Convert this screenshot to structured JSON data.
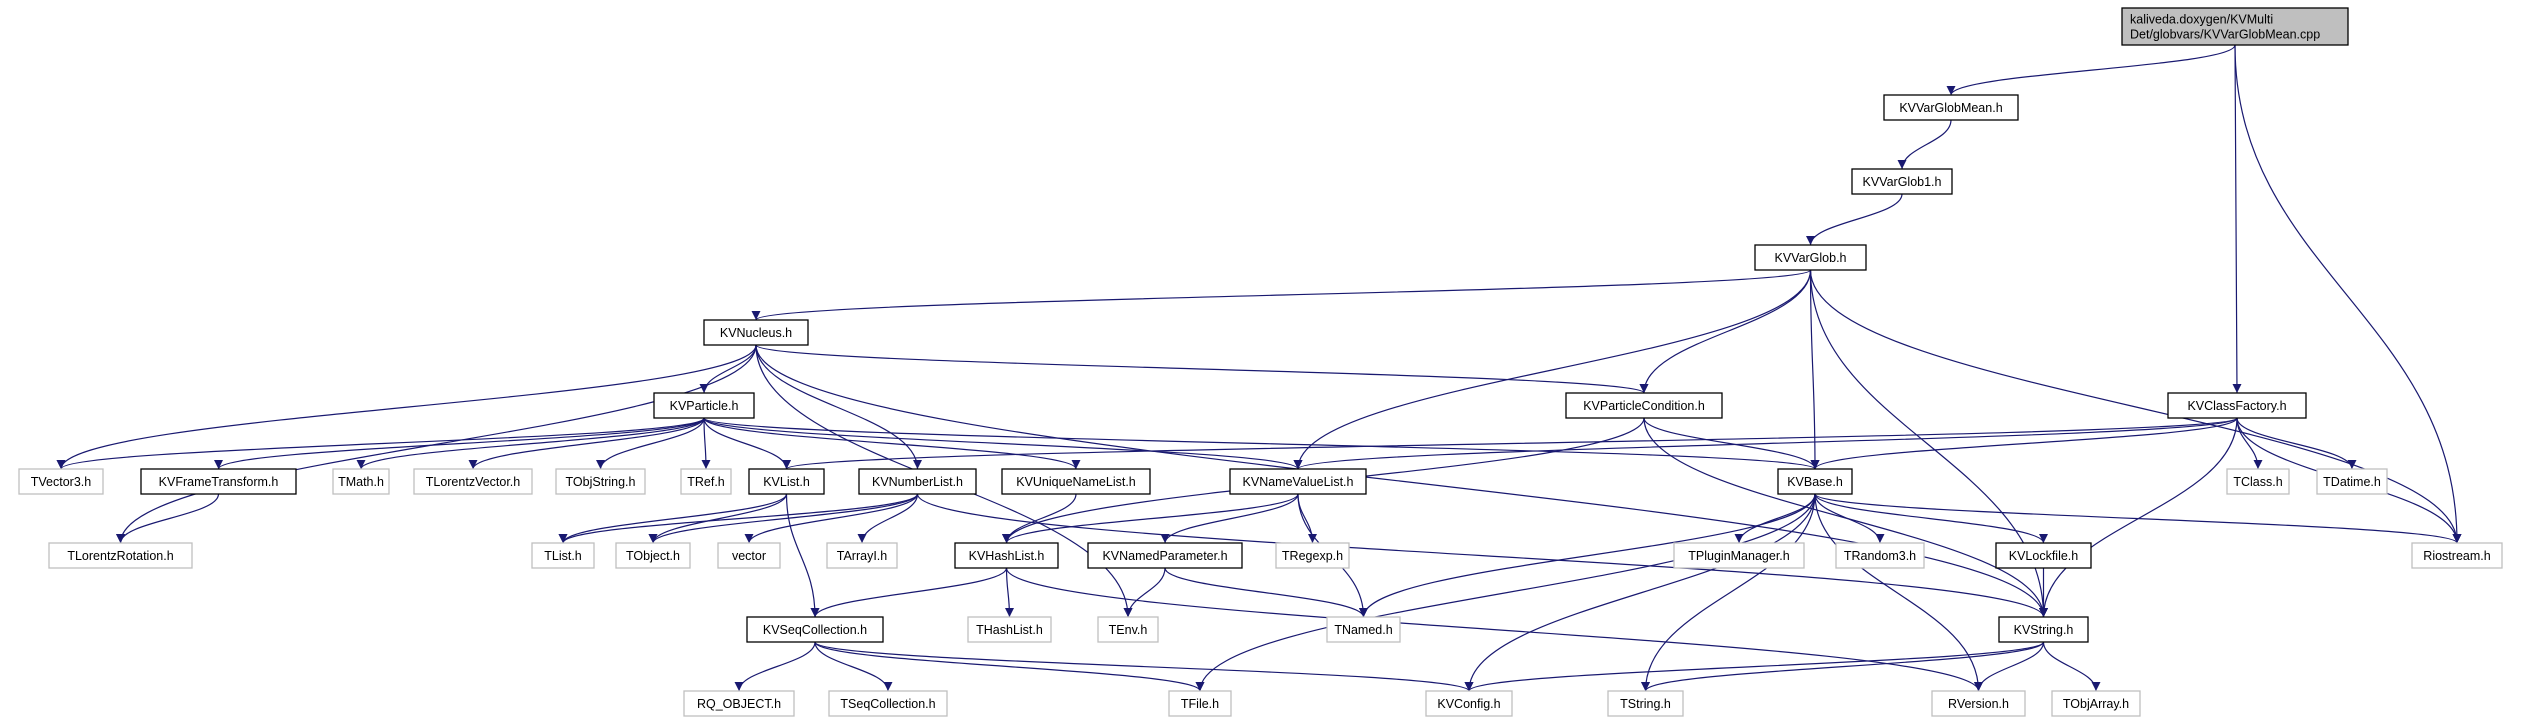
{
  "graph": {
    "edge_color": "#191970",
    "root_fill": "#bfbfbf",
    "external_border": "#bfbfbf",
    "nodes": [
      {
        "id": "root",
        "lines": [
          "kaliveda.doxygen/KVMulti",
          "Det/globvars/KVVarGlobMean.cpp"
        ],
        "kind": "root"
      },
      {
        "id": "KVVarGlobMean",
        "lines": [
          "KVVarGlobMean.h"
        ],
        "kind": "main"
      },
      {
        "id": "KVVarGlob1",
        "lines": [
          "KVVarGlob1.h"
        ],
        "kind": "main"
      },
      {
        "id": "KVVarGlob",
        "lines": [
          "KVVarGlob.h"
        ],
        "kind": "main"
      },
      {
        "id": "KVNucleus",
        "lines": [
          "KVNucleus.h"
        ],
        "kind": "main"
      },
      {
        "id": "KVParticle",
        "lines": [
          "KVParticle.h"
        ],
        "kind": "main"
      },
      {
        "id": "KVParticleCondition",
        "lines": [
          "KVParticleCondition.h"
        ],
        "kind": "main"
      },
      {
        "id": "KVClassFactory",
        "lines": [
          "KVClassFactory.h"
        ],
        "kind": "main"
      },
      {
        "id": "TVector3",
        "lines": [
          "TVector3.h"
        ],
        "kind": "ext"
      },
      {
        "id": "KVFrameTransform",
        "lines": [
          "KVFrameTransform.h"
        ],
        "kind": "main"
      },
      {
        "id": "TMath",
        "lines": [
          "TMath.h"
        ],
        "kind": "ext"
      },
      {
        "id": "TLorentzVector",
        "lines": [
          "TLorentzVector.h"
        ],
        "kind": "ext"
      },
      {
        "id": "TObjString",
        "lines": [
          "TObjString.h"
        ],
        "kind": "ext"
      },
      {
        "id": "TRef",
        "lines": [
          "TRef.h"
        ],
        "kind": "ext"
      },
      {
        "id": "KVList",
        "lines": [
          "KVList.h"
        ],
        "kind": "main"
      },
      {
        "id": "KVNumberList",
        "lines": [
          "KVNumberList.h"
        ],
        "kind": "main"
      },
      {
        "id": "KVUniqueNameList",
        "lines": [
          "KVUniqueNameList.h"
        ],
        "kind": "main"
      },
      {
        "id": "KVNameValueList",
        "lines": [
          "KVNameValueList.h"
        ],
        "kind": "main"
      },
      {
        "id": "KVBase",
        "lines": [
          "KVBase.h"
        ],
        "kind": "main"
      },
      {
        "id": "TClass",
        "lines": [
          "TClass.h"
        ],
        "kind": "ext"
      },
      {
        "id": "TDatime",
        "lines": [
          "TDatime.h"
        ],
        "kind": "ext"
      },
      {
        "id": "Riostream",
        "lines": [
          "Riostream.h"
        ],
        "kind": "ext"
      },
      {
        "id": "TLorentzRotation",
        "lines": [
          "TLorentzRotation.h"
        ],
        "kind": "ext"
      },
      {
        "id": "TList",
        "lines": [
          "TList.h"
        ],
        "kind": "ext"
      },
      {
        "id": "TObject",
        "lines": [
          "TObject.h"
        ],
        "kind": "ext"
      },
      {
        "id": "vector",
        "lines": [
          "vector"
        ],
        "kind": "ext"
      },
      {
        "id": "TArrayI",
        "lines": [
          "TArrayI.h"
        ],
        "kind": "ext"
      },
      {
        "id": "KVHashList",
        "lines": [
          "KVHashList.h"
        ],
        "kind": "main"
      },
      {
        "id": "KVNamedParameter",
        "lines": [
          "KVNamedParameter.h"
        ],
        "kind": "main"
      },
      {
        "id": "TRegexp",
        "lines": [
          "TRegexp.h"
        ],
        "kind": "ext"
      },
      {
        "id": "TPluginManager",
        "lines": [
          "TPluginManager.h"
        ],
        "kind": "ext"
      },
      {
        "id": "TRandom3",
        "lines": [
          "TRandom3.h"
        ],
        "kind": "ext"
      },
      {
        "id": "KVLockfile",
        "lines": [
          "KVLockfile.h"
        ],
        "kind": "main"
      },
      {
        "id": "THashList",
        "lines": [
          "THashList.h"
        ],
        "kind": "ext"
      },
      {
        "id": "TEnv",
        "lines": [
          "TEnv.h"
        ],
        "kind": "ext"
      },
      {
        "id": "TNamed",
        "lines": [
          "TNamed.h"
        ],
        "kind": "ext"
      },
      {
        "id": "KVString",
        "lines": [
          "KVString.h"
        ],
        "kind": "main"
      },
      {
        "id": "KVSeqCollection",
        "lines": [
          "KVSeqCollection.h"
        ],
        "kind": "main"
      },
      {
        "id": "RQ_OBJECT",
        "lines": [
          "RQ_OBJECT.h"
        ],
        "kind": "ext"
      },
      {
        "id": "TSeqCollection",
        "lines": [
          "TSeqCollection.h"
        ],
        "kind": "ext"
      },
      {
        "id": "TFile",
        "lines": [
          "TFile.h"
        ],
        "kind": "ext"
      },
      {
        "id": "KVConfig",
        "lines": [
          "KVConfig.h"
        ],
        "kind": "ext"
      },
      {
        "id": "TString",
        "lines": [
          "TString.h"
        ],
        "kind": "ext"
      },
      {
        "id": "RVersion",
        "lines": [
          "RVersion.h"
        ],
        "kind": "ext"
      },
      {
        "id": "TObjArray",
        "lines": [
          "TObjArray.h"
        ],
        "kind": "ext"
      }
    ],
    "edges": [
      [
        "root",
        "KVVarGlobMean"
      ],
      [
        "root",
        "KVClassFactory"
      ],
      [
        "root",
        "Riostream"
      ],
      [
        "KVVarGlobMean",
        "KVVarGlob1"
      ],
      [
        "KVVarGlob1",
        "KVVarGlob"
      ],
      [
        "KVVarGlob",
        "KVNucleus"
      ],
      [
        "KVVarGlob",
        "KVParticleCondition"
      ],
      [
        "KVVarGlob",
        "KVNameValueList"
      ],
      [
        "KVVarGlob",
        "KVBase"
      ],
      [
        "KVVarGlob",
        "KVString"
      ],
      [
        "KVVarGlob",
        "Riostream"
      ],
      [
        "KVNucleus",
        "KVParticle"
      ],
      [
        "KVNucleus",
        "TVector3"
      ],
      [
        "KVNucleus",
        "TLorentzRotation"
      ],
      [
        "KVNucleus",
        "KVNumberList"
      ],
      [
        "KVNucleus",
        "KVParticleCondition"
      ],
      [
        "KVNucleus",
        "KVString"
      ],
      [
        "KVNucleus",
        "TEnv"
      ],
      [
        "KVParticle",
        "TVector3"
      ],
      [
        "KVParticle",
        "KVFrameTransform"
      ],
      [
        "KVParticle",
        "TMath"
      ],
      [
        "KVParticle",
        "TLorentzVector"
      ],
      [
        "KVParticle",
        "TObjString"
      ],
      [
        "KVParticle",
        "TRef"
      ],
      [
        "KVParticle",
        "KVList"
      ],
      [
        "KVParticle",
        "KVUniqueNameList"
      ],
      [
        "KVParticle",
        "KVNameValueList"
      ],
      [
        "KVParticle",
        "KVBase"
      ],
      [
        "KVFrameTransform",
        "TLorentzRotation"
      ],
      [
        "KVParticleCondition",
        "KVBase"
      ],
      [
        "KVParticleCondition",
        "KVHashList"
      ],
      [
        "KVParticleCondition",
        "KVString"
      ],
      [
        "KVClassFactory",
        "KVList"
      ],
      [
        "KVClassFactory",
        "KVNameValueList"
      ],
      [
        "KVClassFactory",
        "KVBase"
      ],
      [
        "KVClassFactory",
        "TClass"
      ],
      [
        "KVClassFactory",
        "TDatime"
      ],
      [
        "KVClassFactory",
        "Riostream"
      ],
      [
        "KVClassFactory",
        "KVString"
      ],
      [
        "KVList",
        "TList"
      ],
      [
        "KVList",
        "TObject"
      ],
      [
        "KVList",
        "KVSeqCollection"
      ],
      [
        "KVNumberList",
        "TList"
      ],
      [
        "KVNumberList",
        "TObject"
      ],
      [
        "KVNumberList",
        "vector"
      ],
      [
        "KVNumberList",
        "TArrayI"
      ],
      [
        "KVNumberList",
        "KVString"
      ],
      [
        "KVUniqueNameList",
        "KVHashList"
      ],
      [
        "KVNameValueList",
        "KVHashList"
      ],
      [
        "KVNameValueList",
        "KVNamedParameter"
      ],
      [
        "KVNameValueList",
        "TRegexp"
      ],
      [
        "KVNameValueList",
        "TNamed"
      ],
      [
        "KVBase",
        "TNamed"
      ],
      [
        "KVBase",
        "TPluginManager"
      ],
      [
        "KVBase",
        "TRandom3"
      ],
      [
        "KVBase",
        "KVLockfile"
      ],
      [
        "KVBase",
        "Riostream"
      ],
      [
        "KVBase",
        "KVConfig"
      ],
      [
        "KVBase",
        "TString"
      ],
      [
        "KVBase",
        "RVersion"
      ],
      [
        "KVBase",
        "TFile"
      ],
      [
        "KVHashList",
        "KVSeqCollection"
      ],
      [
        "KVHashList",
        "THashList"
      ],
      [
        "KVHashList",
        "RVersion"
      ],
      [
        "KVNamedParameter",
        "TEnv"
      ],
      [
        "KVNamedParameter",
        "TNamed"
      ],
      [
        "KVLockfile",
        "KVString"
      ],
      [
        "KVString",
        "TString"
      ],
      [
        "KVString",
        "RVersion"
      ],
      [
        "KVString",
        "TObjArray"
      ],
      [
        "KVString",
        "KVConfig"
      ],
      [
        "KVSeqCollection",
        "RQ_OBJECT"
      ],
      [
        "KVSeqCollection",
        "TSeqCollection"
      ],
      [
        "KVSeqCollection",
        "TFile"
      ],
      [
        "KVSeqCollection",
        "KVConfig"
      ]
    ]
  }
}
